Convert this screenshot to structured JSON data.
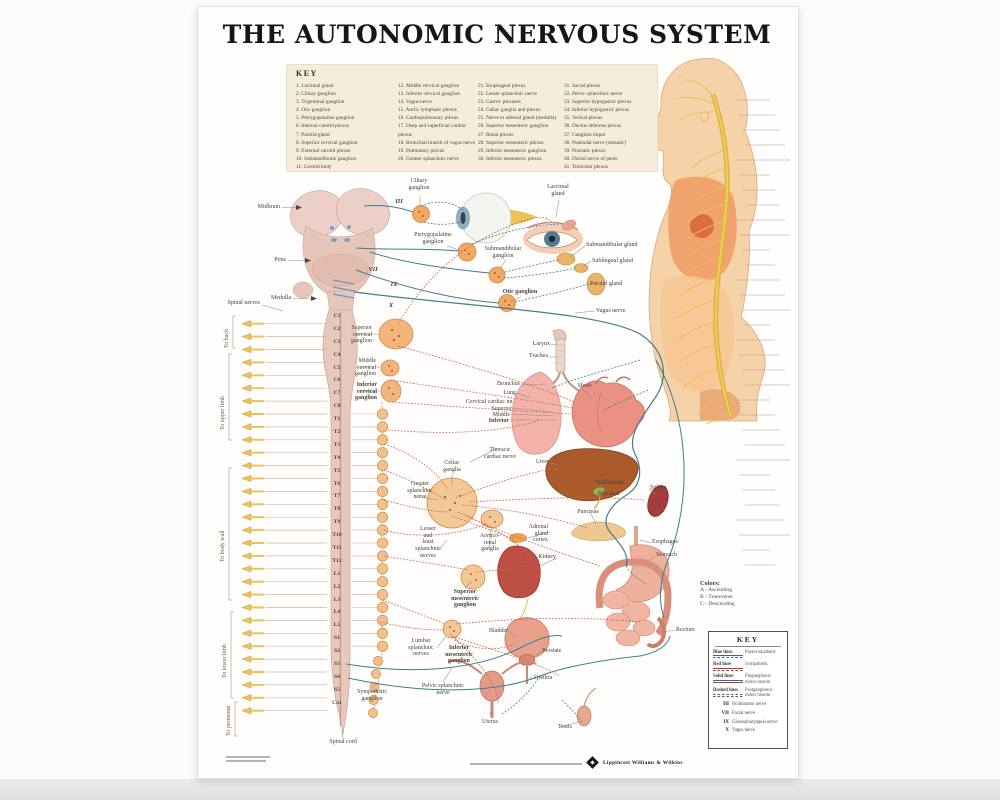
{
  "poster": {
    "title": "THE AUTONOMIC NERVOUS SYSTEM"
  },
  "key_panel": {
    "header": "KEY",
    "columns": [
      [
        "1. Lacrimal gland",
        "2. Ciliary ganglion",
        "3. Trigeminal ganglion",
        "4. Otic ganglion",
        "5. Pterygopalatine ganglion",
        "6. Internal carotid plexus",
        "7. Parotid gland",
        "8. Superior cervical ganglion",
        "9. External carotid plexus",
        "10. Submandibular ganglion",
        "11. Carotid body"
      ],
      [
        "12. Middle cervical ganglion",
        "13. Inferior cervical ganglion",
        "14. Vagus nerve",
        "15. Aortic lymphatic plexus",
        "16. Cardiopulmonary plexus",
        "17. Deep and superficial cardiac plexus",
        "18. Bronchial branch of vagus nerve",
        "19. Pulmonary plexus",
        "20. Greater splanchnic nerve"
      ],
      [
        "21. Esophageal plexus",
        "22. Lesser splanchnic nerve",
        "23. Gastric plexuses",
        "24. Celiac ganglia and plexus",
        "25. Nerve to adrenal gland (medulla)",
        "26. Superior mesenteric ganglion",
        "27. Renal plexus",
        "28. Superior mesenteric plexus",
        "29. Inferior mesenteric ganglion",
        "30. Inferior mesenteric plexus"
      ],
      [
        "31. Sacral plexus",
        "32. Pelvic splanchnic nerve",
        "33. Superior hypogastric plexus",
        "34. Inferior hypogastric plexus",
        "35. Vesical plexus",
        "36. Ductus deferens plexus",
        "37. Ganglion impar",
        "38. Pudendal nerve (somatic)",
        "39. Prostatic plexus",
        "40. Dorsal nerve of penis",
        "41. Testicular plexus"
      ]
    ]
  },
  "labels": {
    "midbrain": "Midbrain",
    "pons": "Pons",
    "medulla": "Medulla",
    "spinal_nerves": "Spinal nerves",
    "ciliary_ganglion": "Ciliary\nganglion",
    "lacrimal_gland": "Lacrimal\ngland",
    "pterygopalatine_ganglion": "Pterygopalatine\nganglion",
    "submandibular_ganglion": "Submandibular\nganglion",
    "submandibular_gland": "Submandibular gland",
    "sublingual_gland": "Sublingual gland",
    "parotid_gland": "Parotid gland",
    "otic_ganglion": "Otic ganglion",
    "vagus_nerve": "Vagus nerve",
    "superior_cervical_ganglion": "Superior\ncervical\nganglion",
    "middle_cervical_ganglion": "Middle\ncervical\nganglion",
    "inferior_cervical_ganglion": "Inferior\ncervical\nganglion",
    "larynx": "Larynx",
    "trachea": "Trachea",
    "bronchus": "Bronchus",
    "lung": "Lung",
    "cervical_cardiac_nn": "Cervical cardiac nn.",
    "cc_superior": "Superior",
    "cc_middle": "Middle",
    "cc_inferior": "Inferior",
    "heart": "Heart",
    "thoracic_cardiac_nerve": "Thoracic\ncardiac nerve",
    "celiac_ganglia": "Celiac\nganglia",
    "greater_splanchnic_nerve": "Greater\nsplanchnic\nnerve",
    "lesser_least_splanchnic_nerves": "Lesser\nand\nleast\nsplanchnic\nnerves",
    "aorticorenal_ganglia": "Aortico-\nrenal\nganglia",
    "superior_mesenteric_ganglion": "Superior\nmesenteric\nganglion",
    "lumbar_splanchnic_nerves": "Lumbar\nsplanchnic\nnerves",
    "inferior_mesenteric_ganglion": "Inferior\nmesenteric\nganglion",
    "pelvic_splanchnic_nerve": "Pelvic splanchnic\nnerve",
    "sympathetic_ganglion": "Sympathetic\nganglion",
    "spinal_cord": "Spinal cord",
    "liver": "Liver",
    "gallbladder": "Gallbladder",
    "bile_duct": "Bile duct",
    "spleen": "Spleen",
    "pancreas": "Pancreas",
    "adrenal_gland_cortex": "Adrenal\ngland\ncortex",
    "kidney": "Kidney",
    "esophagus": "Esophagus",
    "stomach": "Stomach",
    "rectum": "Rectum",
    "bladder": "Bladder",
    "prostate": "Prostate",
    "urethra": "Urethra",
    "uterus": "Uterus",
    "testis": "Testis"
  },
  "cranial_numerals": {
    "iii": "III",
    "vii": "VII",
    "ix": "IX",
    "x": "X"
  },
  "spine_levels": [
    "C1",
    "C2",
    "C3",
    "C4",
    "C5",
    "C6",
    "C7",
    "C8",
    "T1",
    "T2",
    "T3",
    "T4",
    "T5",
    "T6",
    "T7",
    "T8",
    "T9",
    "T10",
    "T11",
    "T12",
    "L1",
    "L2",
    "L3",
    "L4",
    "L5",
    "S1",
    "S2",
    "S3",
    "S4",
    "S5",
    "Co1"
  ],
  "side_labels": [
    "To back",
    "To upper limb",
    "To body wall",
    "To lower limb",
    "To perineum"
  ],
  "colors_legend": {
    "title": "Colors:",
    "items": [
      "A - Ascending",
      "B - Transverse",
      "C - Descending"
    ]
  },
  "bottom_key": {
    "header": "KEY",
    "line_rows": [
      {
        "label": "Blue lines",
        "desc": "Parasympathetic"
      },
      {
        "label": "Red lines",
        "desc": "Sympathetic"
      },
      {
        "label": "Solid lines",
        "desc": "Preganglionic motor neuron"
      },
      {
        "label": "Dashed lines",
        "desc": "Postganglionic motor neuron"
      }
    ],
    "nerve_rows": [
      {
        "numeral": "III",
        "name": "Oculomotor nerve"
      },
      {
        "numeral": "VII",
        "name": "Facial nerve"
      },
      {
        "numeral": "IX",
        "name": "Glossopharyngeal nerve"
      },
      {
        "numeral": "X",
        "name": "Vagus nerve"
      }
    ]
  },
  "footer": {
    "publisher": "Lippincott Williams & Wilkins"
  },
  "palette": {
    "parasympathetic_blue": "#3a5fae",
    "parasympathetic_teal_line": "#3f7f8a",
    "sympathetic_red": "#b23a31",
    "sympathetic_dashed_line": "#c4685c",
    "ganglion_orange": "#f2a963",
    "nerve_yellow": "#e6c052",
    "key_panel_cream": "#f5ecd9",
    "cord_pink": "#e6c8bd",
    "skin_tone": "#f6d2a9"
  }
}
